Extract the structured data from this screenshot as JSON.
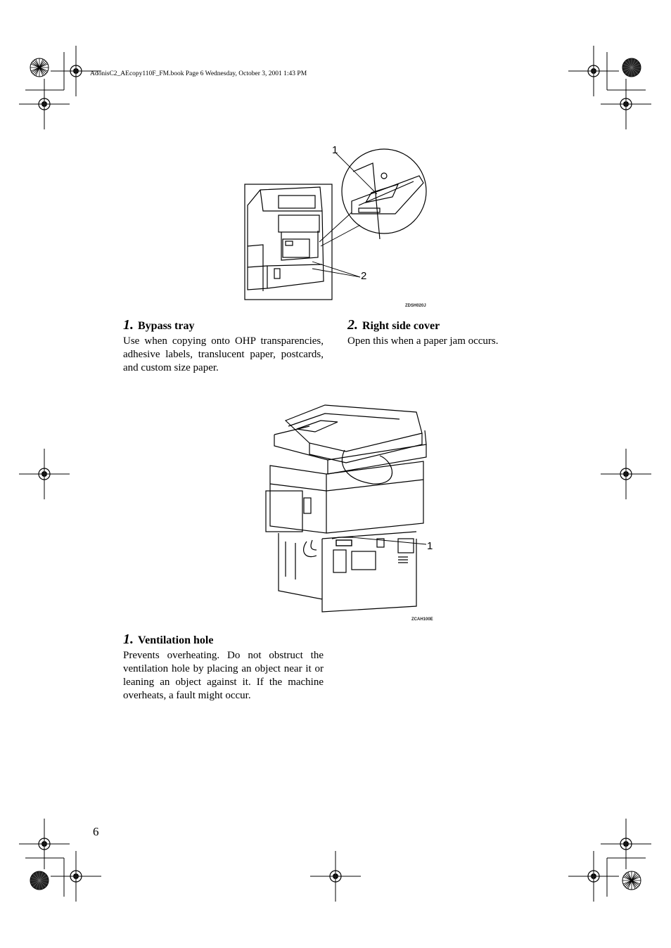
{
  "header": {
    "book_info": "AdonisC2_AEcopy110F_FM.book  Page 6  Wednesday, October 3, 2001  1:43 PM"
  },
  "figure1": {
    "code": "ZDSH020J",
    "callouts": [
      "1",
      "2"
    ]
  },
  "items_top": [
    {
      "number": "1.",
      "title": "Bypass tray",
      "body": "Use when copying onto OHP transparencies, adhesive labels, translucent paper, postcards, and custom size paper."
    },
    {
      "number": "2.",
      "title": "Right side cover",
      "body": "Open this when a paper jam occurs."
    }
  ],
  "figure2": {
    "code": "ZCAH100E",
    "callouts": [
      "1"
    ]
  },
  "items_bottom": [
    {
      "number": "1.",
      "title": "Ventilation hole",
      "body": "Prevents overheating. Do not obstruct the ventilation hole by placing an object near it or leaning an object against it. If the machine overheats, a fault might occur."
    }
  ],
  "page_number": "6"
}
